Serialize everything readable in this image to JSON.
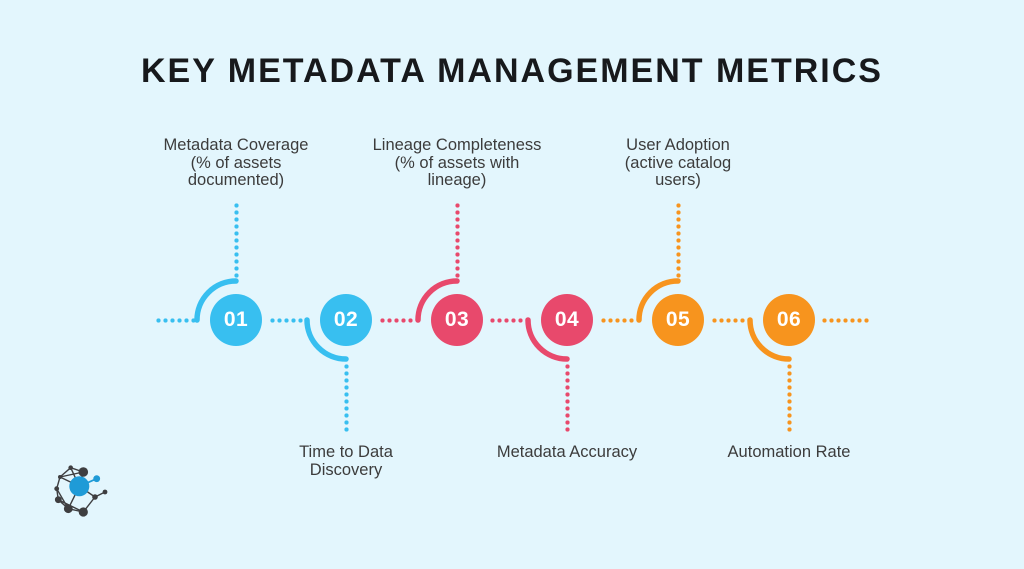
{
  "title": "KEY METADATA MANAGEMENT METRICS",
  "palette": {
    "background": "#E3F6FD",
    "title_text": "#17191C",
    "label_text": "#3C3C3C",
    "blue": "#38BFF0",
    "pink": "#E8496C",
    "orange": "#F7941E",
    "logo_dark": "#3E3E40",
    "logo_blue": "#1F9BD7",
    "number_text": "#FFFFFF"
  },
  "items": [
    {
      "number": "01",
      "color": "#38BFF0",
      "position": "top",
      "label": "Metadata Coverage\n(% of assets\ndocumented)"
    },
    {
      "number": "02",
      "color": "#38BFF0",
      "position": "bottom",
      "label": "Time to Data\nDiscovery"
    },
    {
      "number": "03",
      "color": "#E8496C",
      "position": "top",
      "label": "Lineage Completeness\n(% of assets with\nlineage)"
    },
    {
      "number": "04",
      "color": "#E8496C",
      "position": "bottom",
      "label": "Metadata Accuracy"
    },
    {
      "number": "05",
      "color": "#F7941E",
      "position": "top",
      "label": "User Adoption\n(active catalog\nusers)"
    },
    {
      "number": "06",
      "color": "#F7941E",
      "position": "bottom",
      "label": "Automation Rate"
    }
  ],
  "connectors": [
    {
      "color": "#38BFF0"
    },
    {
      "color": "#38BFF0"
    },
    {
      "color": "#E8496C"
    },
    {
      "color": "#E8496C"
    },
    {
      "color": "#F7941E"
    },
    {
      "color": "#F7941E"
    },
    {
      "color": "#F7941E"
    }
  ],
  "logo": {
    "icon": "network-graph-icon"
  }
}
